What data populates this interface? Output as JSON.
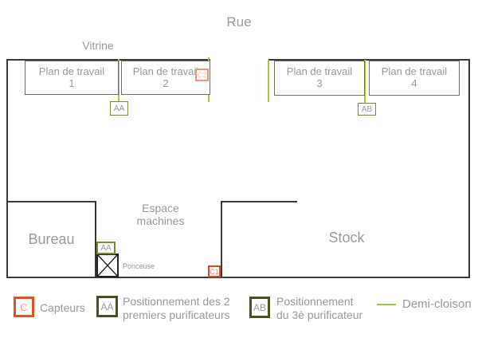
{
  "street": {
    "label": "Rue"
  },
  "vitrine": {
    "label": "Vitrine"
  },
  "workbenches": [
    {
      "label": "Plan de travail",
      "number": "1"
    },
    {
      "label": "Plan de travail",
      "number": "2"
    },
    {
      "label": "Plan de travail",
      "number": "3"
    },
    {
      "label": "Plan de travail",
      "number": "4"
    }
  ],
  "rooms": {
    "bureau": "Bureau",
    "stock": "Stock",
    "espace_machines": {
      "line1": "Espace",
      "line2": "machines"
    }
  },
  "markers": {
    "aa_workbench": "AA",
    "ab_workbench": "AB",
    "aa_bureau": "AA",
    "sensor_c1": "C1",
    "sensor_c2": "C2",
    "ponceuse": "Ponceuse"
  },
  "legend": {
    "capteurs": {
      "symbol": "C",
      "label": "Capteurs"
    },
    "purificateurs_12": {
      "symbol": "AA",
      "line1": "Positionnement des 2",
      "line2": "premiers purificateurs"
    },
    "purificateur_3": {
      "symbol": "AB",
      "line1": "Positionnement",
      "line2": "du 3è purificateur"
    },
    "demi_cloison": {
      "label": "Demi-cloison"
    }
  },
  "colors": {
    "wall": "#3a3a3a",
    "bench_border": "#6e6e6e",
    "text": "#9a9a9a",
    "demi_cloison_green": "#a6c93f",
    "sensor_orange": "#e8501f",
    "sensor_salmon": "#f4937c",
    "olive_dark": "#4b521e",
    "olive": "#7a8a30"
  }
}
